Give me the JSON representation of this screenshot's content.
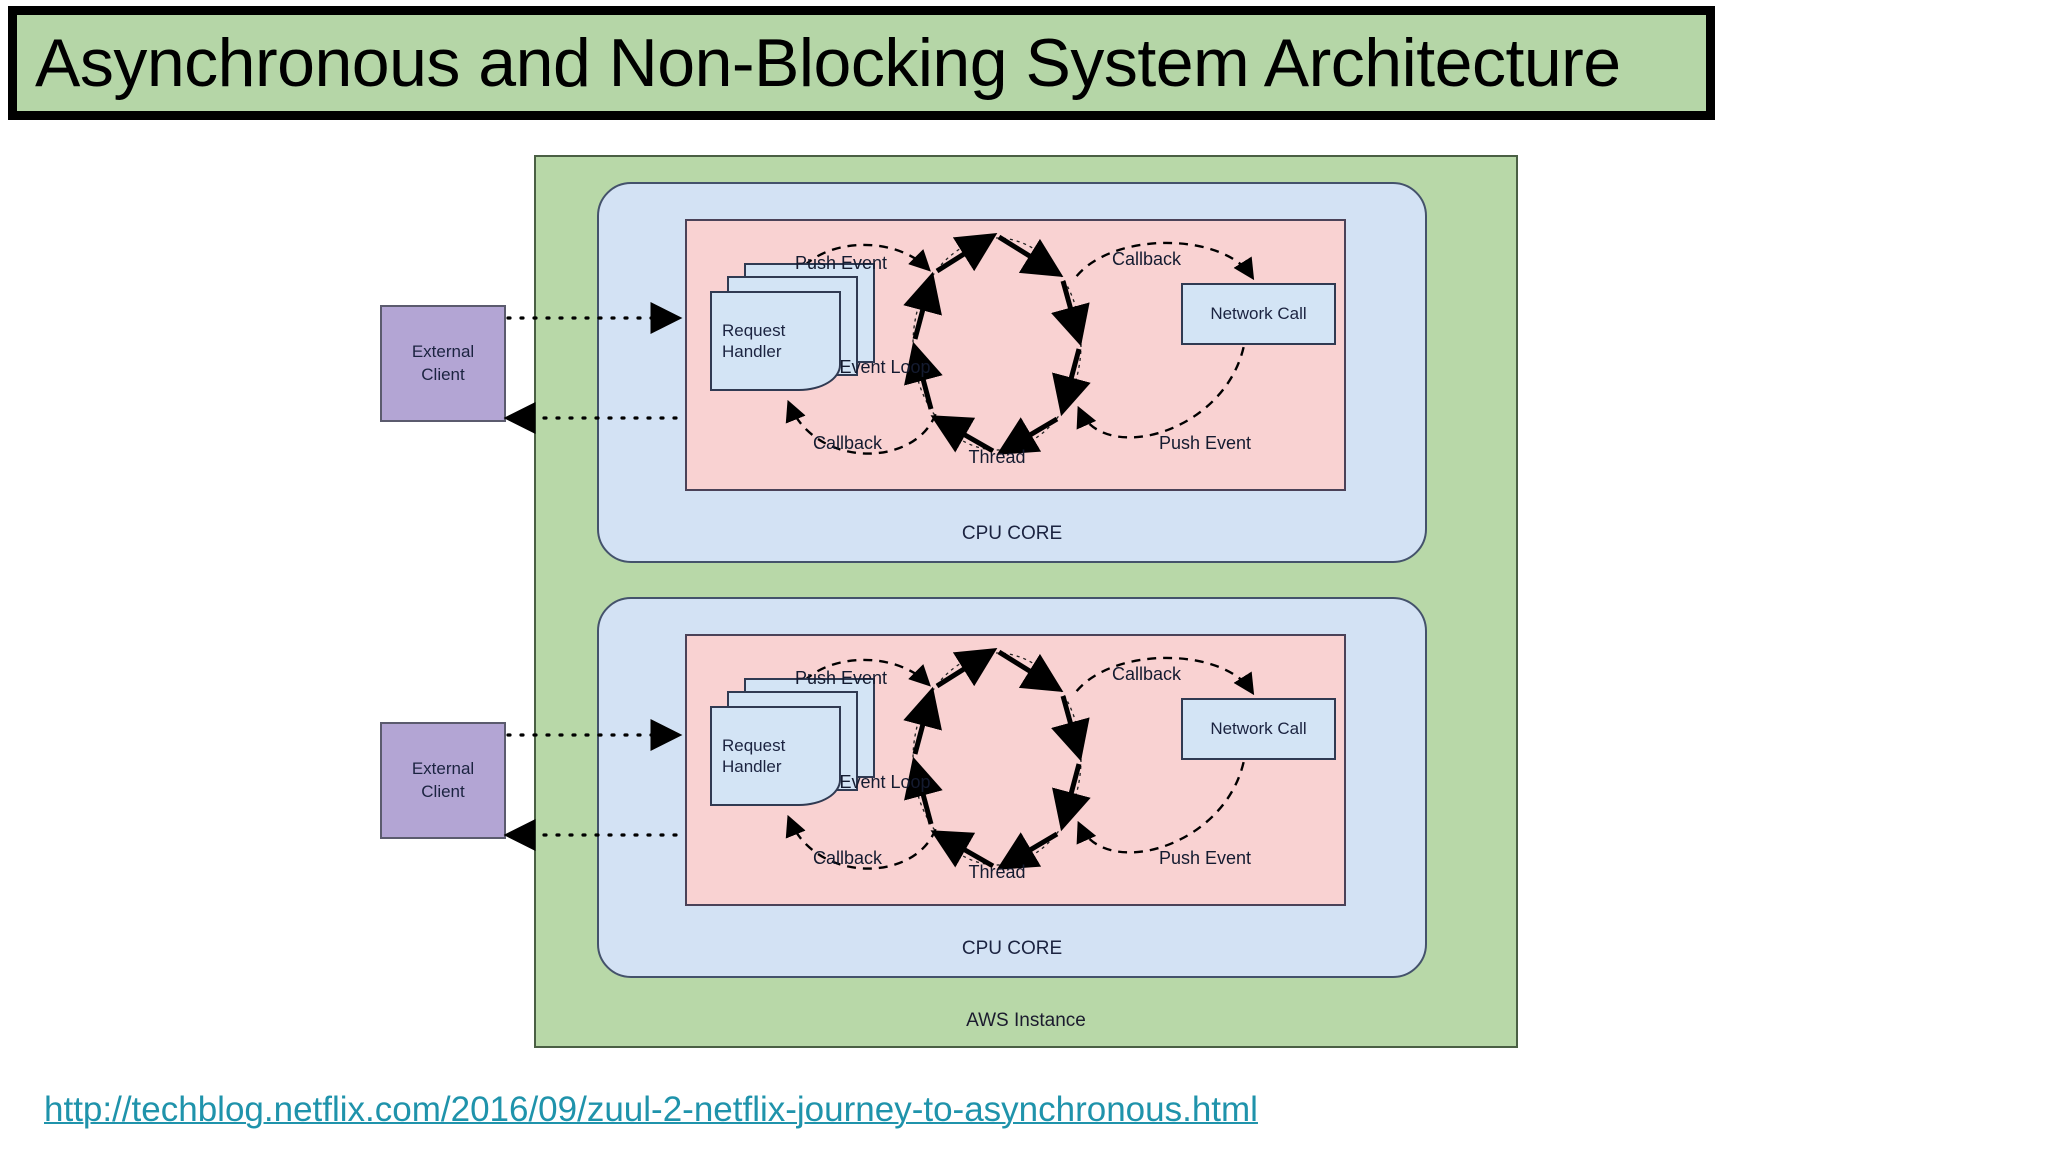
{
  "title": {
    "text": "Asynchronous and Non-Blocking System Architecture",
    "background_color": "#b5d6a7",
    "border_color": "#000000"
  },
  "diagram": {
    "outer_label": "AWS Instance",
    "outer_color": "#b8d8a8",
    "cpu_core_color": "#d3e2f4",
    "thread_panel_color": "#f9d2d2",
    "external_client_color": "#b3a5d4",
    "cores": [
      {
        "label": "CPU CORE",
        "request_handler": "Request\nHandler",
        "request_handler_line1": "Request",
        "request_handler_line2": "Handler",
        "event_loop": "Event Loop",
        "thread": "Thread",
        "network_call": "Network Call",
        "flow_push_event_left": "Push Event",
        "flow_callback_top_right": "Callback",
        "flow_callback_bottom_left": "Callback",
        "flow_push_event_right": "Push Event",
        "external_client_line1": "External",
        "external_client_line2": "Client"
      },
      {
        "label": "CPU CORE",
        "request_handler": "Request\nHandler",
        "request_handler_line1": "Request",
        "request_handler_line2": "Handler",
        "event_loop": "Event Loop",
        "thread": "Thread",
        "network_call": "Network Call",
        "flow_push_event_left": "Push Event",
        "flow_callback_top_right": "Callback",
        "flow_callback_bottom_left": "Callback",
        "flow_push_event_right": "Push Event",
        "external_client_line1": "External",
        "external_client_line2": "Client"
      }
    ]
  },
  "footer": {
    "link_text": "http://techblog.netflix.com/2016/09/zuul-2-netflix-journey-to-asynchronous.html",
    "link_color": "#1f93ab"
  }
}
